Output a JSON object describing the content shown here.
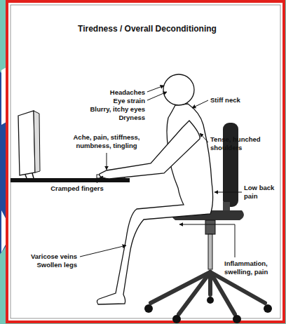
{
  "diagram": {
    "title": "Tiredness / Overall Deconditioning",
    "labels": [
      "Headaches",
      "Eye strain",
      "Blurry, itchy eyes",
      "Dryness",
      "Stiff neck",
      "Ache, pain, stiffness, numbness, tingling",
      "Tense, hunched shoulders",
      "Cramped fingers",
      "Low back pain",
      "Inflammation, swelling, pain",
      "Varicose veins",
      "Swollen legs"
    ]
  }
}
